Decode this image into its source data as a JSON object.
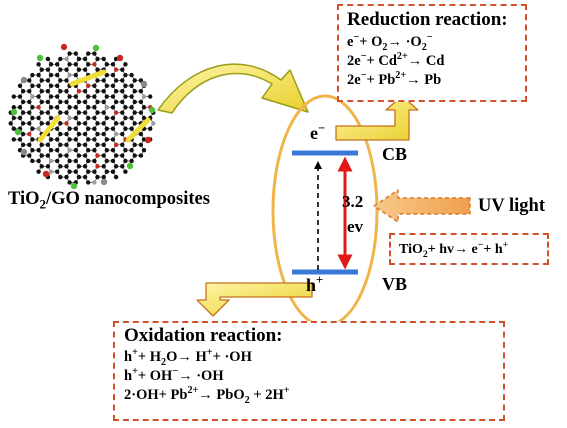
{
  "reduction": {
    "title": "Reduction reaction:",
    "lines": [
      {
        "a": "e",
        "as": "−",
        "b": "+ O",
        "bs": "2",
        "c": "→ ·O",
        "cs": "2",
        "d": "",
        "ds": "−"
      },
      {
        "a": "2e",
        "as": "−",
        "b": "+ Cd",
        "bs": "2+",
        "c": "→ Cd"
      },
      {
        "a": "2e",
        "as": "−",
        "b": "+ Pb",
        "bs": "2+",
        "c": "→ Pb"
      }
    ]
  },
  "oxidation": {
    "title": "Oxidation  reaction:",
    "lines": [
      {
        "a": "h",
        "as": "+",
        "b": "+ H",
        "bs": "2",
        "c": "O→ H",
        "cs": "+",
        "d": "+ ·OH"
      },
      {
        "a": "h",
        "as": "+",
        "b": "+ OH",
        "bs": "−",
        "c": "→ ·OH"
      },
      {
        "a": "2·OH+ Pb",
        "as": "2+",
        "b": "→ PbO",
        "bs": "2",
        "c": " + 2H",
        "cs": "+"
      }
    ]
  },
  "excitation": {
    "a": "TiO",
    "as": "2",
    "b": "+ hv→ e",
    "bs": "−",
    "c": "+ h",
    "cs": "+"
  },
  "labels": {
    "cb": "CB",
    "vb": "VB",
    "electron": "e",
    "electron_sup": "−",
    "hole": "h",
    "hole_sup": "+",
    "gap_value": "3.2",
    "gap_unit": "ev",
    "uv_light": "UV light",
    "nanocomposite": "TiO",
    "nanocomposite_sub": "2",
    "nanocomposite_rest": "/GO nanocomposites"
  },
  "colors": {
    "dashed_border": "#d2502a",
    "band": "#3a78d8",
    "ellipse": "#f0b44a",
    "gap_arrow": "#e01818",
    "electron_arrow_fill": "#f5e25a",
    "uv_arrow_fill": "#f3b56b"
  }
}
